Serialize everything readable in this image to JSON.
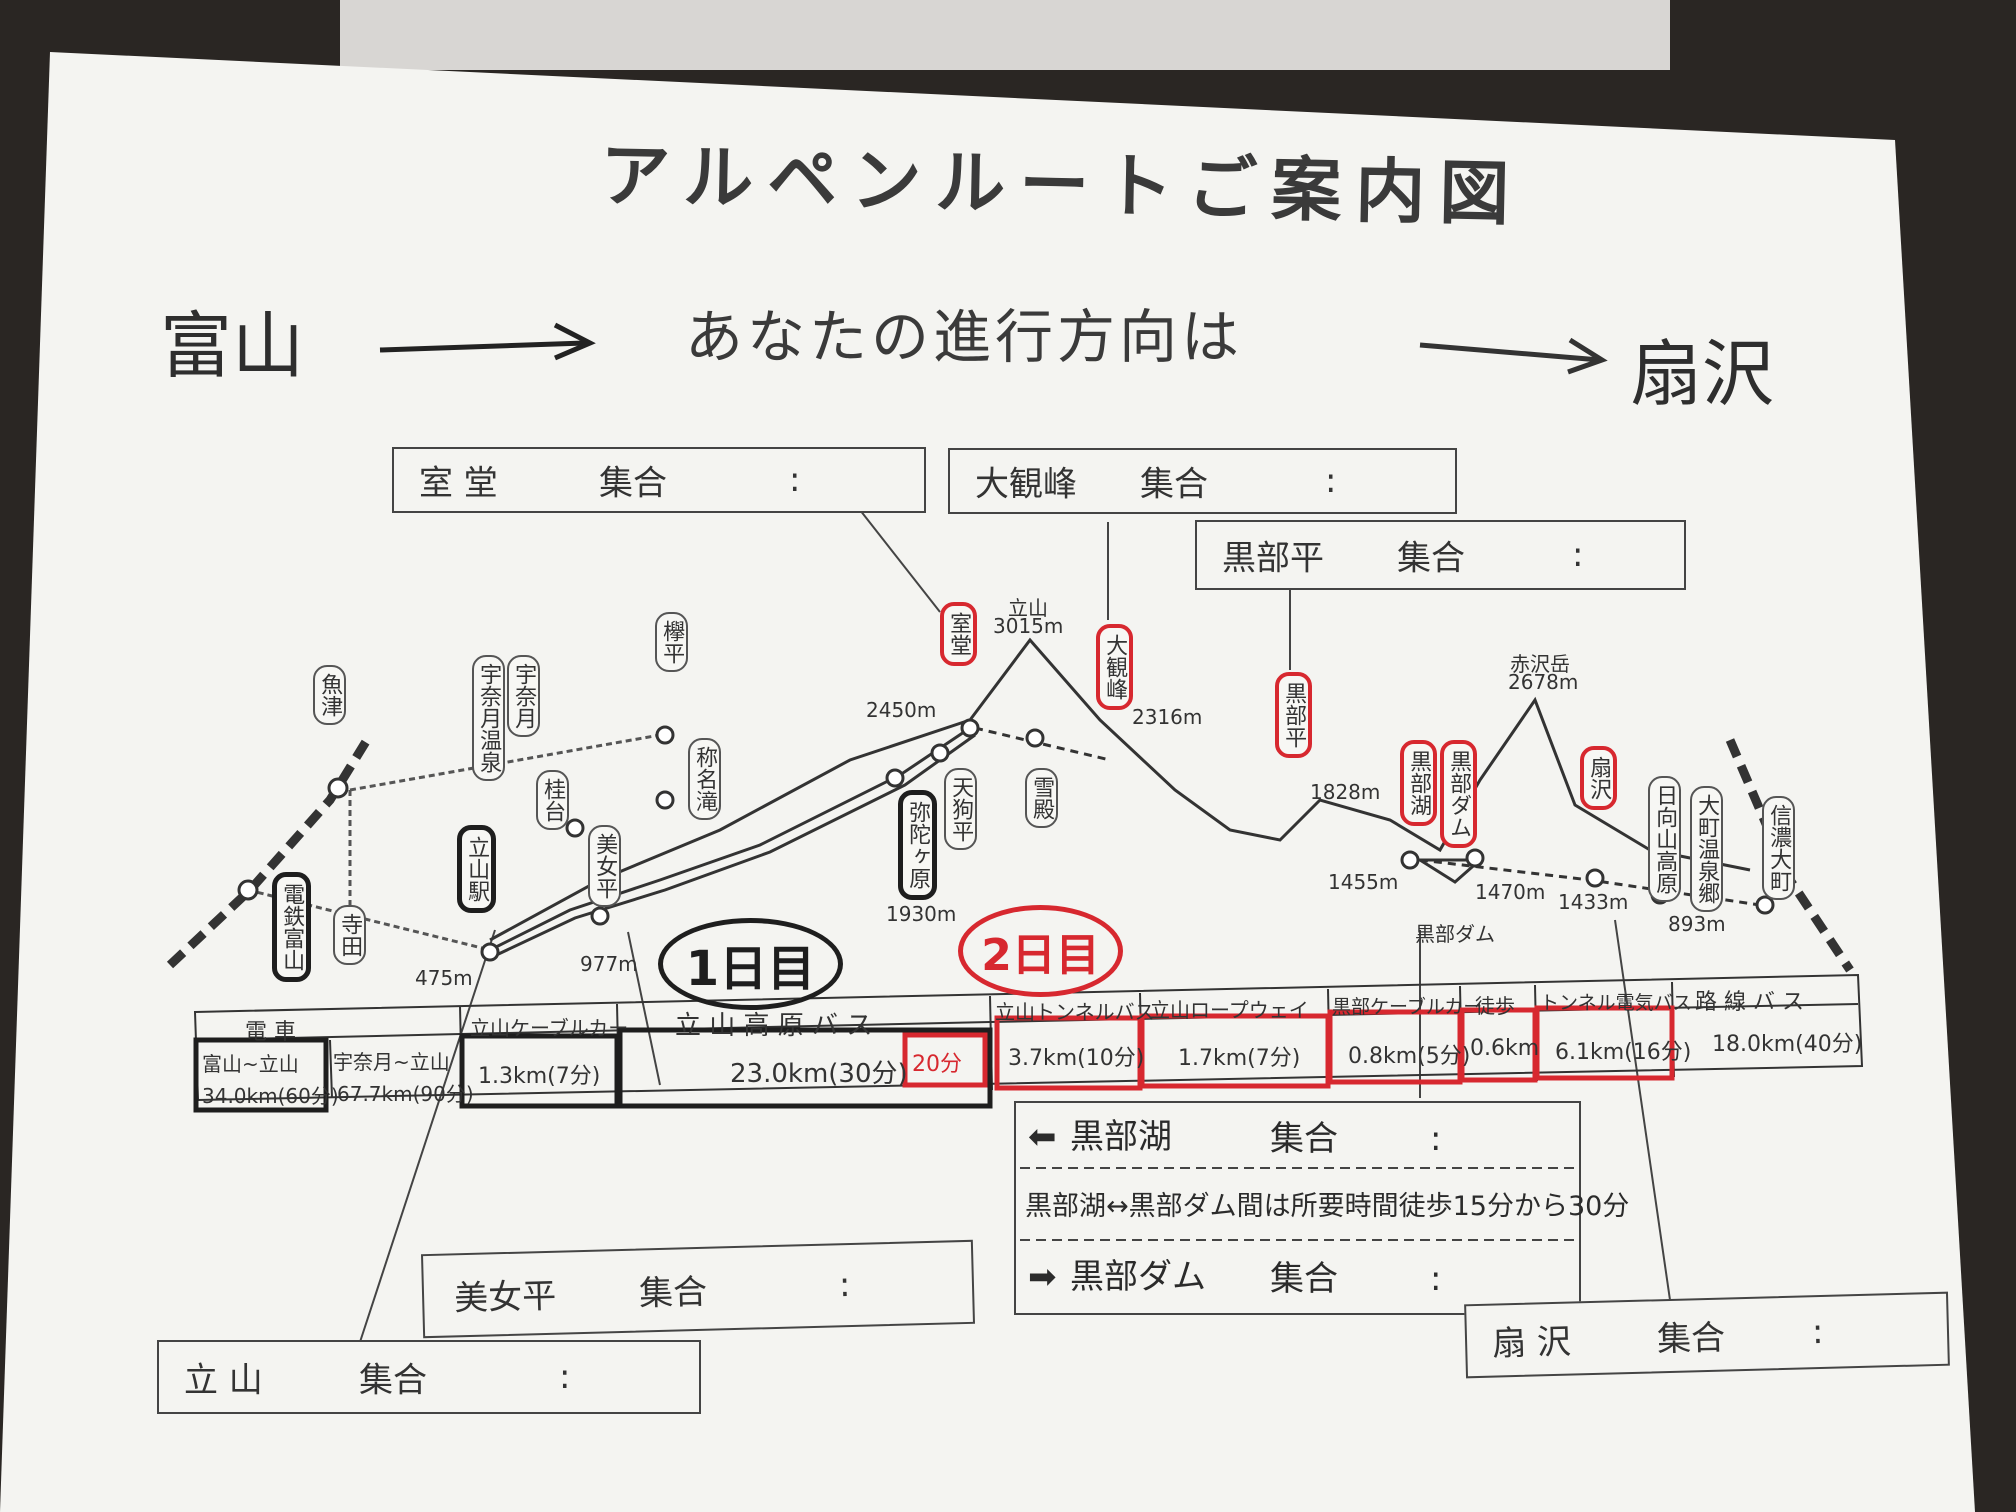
{
  "title": "アルペンルートご案内図",
  "direction": {
    "from": "富山",
    "text": "あなたの進行方向は",
    "to": "扇沢"
  },
  "meeting_points": [
    {
      "name": "室 堂",
      "label": "集合",
      "time": ":"
    },
    {
      "name": "大観峰",
      "label": "集合",
      "time": ":"
    },
    {
      "name": "黒部平",
      "label": "集合",
      "time": ":"
    },
    {
      "name": "美女平",
      "label": "集合",
      "time": ":"
    },
    {
      "name": "立 山",
      "label": "集合",
      "time": ":"
    },
    {
      "name": "扇 沢",
      "label": "集合",
      "time": ":"
    }
  ],
  "kurobe_box": {
    "lake": "黒部湖",
    "lake_label": "集合",
    "lake_time": ":",
    "note": "黒部湖↔黒部ダム間は所要時間徒歩15分から30分",
    "dam": "黒部ダム",
    "dam_label": "集合",
    "dam_time": ":"
  },
  "stations": {
    "uozu": "魚津",
    "dentetsu": "電鉄富山",
    "terada": "寺田",
    "unazuki_onsen": "宇奈月温泉",
    "unazuki": "宇奈月",
    "keyaki": "欅平",
    "katsura": "桂台",
    "tateyama_eki": "立山駅",
    "bijo": "美女平",
    "shomyo": "称名滝",
    "midagahara": "弥陀ヶ原",
    "tengu": "天狗平",
    "murodo": "室堂",
    "yukidono": "雪殿",
    "daikanbo": "大観峰",
    "kurobedaira": "黒部平",
    "kurobeko": "黒部湖",
    "kurobedam_st": "黒部ダム",
    "ogisawa": "扇沢",
    "hinatayama": "日向山高原",
    "omachi": "大町温泉郷",
    "shinano": "信濃大町"
  },
  "peaks": {
    "tateyama": {
      "name": "立山",
      "elev": "3015m"
    },
    "akazawa": {
      "name": "赤沢岳",
      "elev": "2678m"
    }
  },
  "elevations": {
    "e475": "475m",
    "e977": "977m",
    "e1930": "1930m",
    "e2450": "2450m",
    "e2316": "2316m",
    "e1828": "1828m",
    "e1455": "1455m",
    "e1470": "1470m",
    "e1433": "1433m",
    "e893": "893m",
    "dam": "黒部ダム"
  },
  "day_labels": {
    "day1": "1日目",
    "day2": "2日目"
  },
  "segments": {
    "train": {
      "header": "電 車",
      "r1": "富山~立山",
      "r2": "34.0km(60分)",
      "r3": "宇奈月~立山",
      "r4": "67.7km(90分)"
    },
    "cable": {
      "header": "立山ケーブルカー",
      "value": "1.3km(7分)"
    },
    "highland_bus": {
      "header": "立 山 高 原 バ ス",
      "value": "23.0km(30分)",
      "note": "20分"
    },
    "tunnel_bus": {
      "header": "立山トンネルバス",
      "value": "3.7km(10分)"
    },
    "ropeway": {
      "header": "立山ロープウェイ",
      "value": "1.7km(7分)"
    },
    "kurobe_cable": {
      "header": "黒部ケーブルカー",
      "value": "0.8km(5分)"
    },
    "walk": {
      "header": "徒歩",
      "value": "0.6km"
    },
    "trolley": {
      "header": "トンネル電気バス",
      "value": "6.1km(16分)"
    },
    "route_bus": {
      "header": "路 線 バ ス",
      "value": "18.0km(40分)"
    }
  },
  "colors": {
    "annotation_red": "#d7282f",
    "ink": "#222222",
    "paper": "#f4f4f1"
  }
}
